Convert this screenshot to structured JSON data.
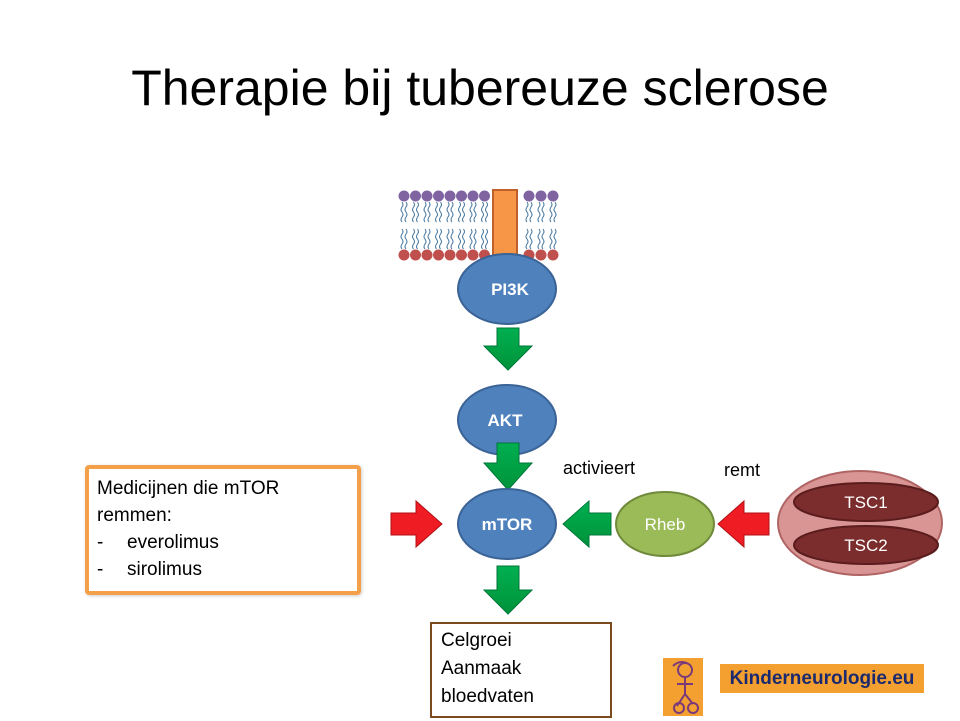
{
  "title": "Therapie bij tubereuze sclerose",
  "nodes": {
    "pi3k": "PI3K",
    "akt": "AKT",
    "mtor": "mTOR",
    "rheb": "Rheb",
    "tsc1": "TSC1",
    "tsc2": "TSC2"
  },
  "labels": {
    "activates": "activieert",
    "inhibits": "remt"
  },
  "drug_box": {
    "heading_line1": "Medicijnen die mTOR",
    "heading_line2": "remmen:",
    "items": [
      "everolimus",
      "sirolimus"
    ],
    "bullet": "-"
  },
  "effect_box": {
    "lines": [
      "Celgroei",
      "Aanmaak",
      "bloedvaten"
    ]
  },
  "logo": {
    "text": "Kinderneurologie.eu"
  },
  "colors": {
    "node_blue": "#4f81bd",
    "rheb_green": "#8fbc55",
    "tsc_dark": "#7a2a2a",
    "tsc_bg": "#d99594",
    "green_arrow": "#00a33f",
    "red_arrow": "#ef1c24",
    "drug_border": "#f4a04a",
    "logo_orange": "#f4a030"
  }
}
